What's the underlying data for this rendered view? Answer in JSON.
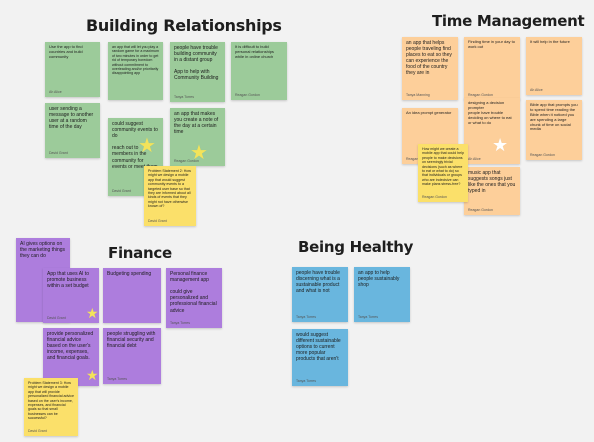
{
  "sections": {
    "building": "Building Relationships",
    "time": "Time Management",
    "finance": "Finance",
    "healthy": "Being Healthy"
  },
  "notes": {
    "g1": {
      "text": "Use the app to find countries and build community",
      "author": "Ah Alice"
    },
    "g2": {
      "text": "an app that will let you play a random game for a maximum of two minutes in order to get rid of temporary boredom without commitment to overleading and/or prioritarily disappointing app",
      "author": ""
    },
    "g3": {
      "text": "people have trouble building community in a distant group",
      "author": ""
    },
    "g4": {
      "text": "App to help with Community Building",
      "author": "Tanya Torres"
    },
    "g5": {
      "text": "It is difficult to build personal relationships while in online church",
      "author": "Reagan Gordon"
    },
    "g6": {
      "text": "user sending a message to another user at a random time of the day",
      "author": "David Grant"
    },
    "g7": {
      "text": "could suggest community events to do\n\nreach out to members in the community for events or meet them",
      "author": "David Grant"
    },
    "g8": {
      "text": "an app that makes you create a note of the day at a certain time",
      "author": "Reagan Gordon"
    },
    "y1": {
      "text": "Problem Statement 2: How might we design a mobile app that would suggest community events to a targeted user base so that they are informed about all kinds of events that they might not have otherwise known of?",
      "author": "David Grant"
    },
    "o1": {
      "text": "an app that helps people traveling find places to eat so they can experience the food of the country they are in",
      "author": "Tanya Manning"
    },
    "o2": {
      "text": "Finding time in your day to work out",
      "author": "Reagan Gordon"
    },
    "o3": {
      "text": "It will help in the future",
      "author": "Ah Alice"
    },
    "o4": {
      "text": "An idea prompt generator",
      "author": "Reagan Gordon"
    },
    "o5": {
      "text": "designing a decision prompter\npeople have trouble deciding on where to eat or what to do",
      "author": "Ah Alice"
    },
    "o6": {
      "text": "Bible app that prompts you to spend time reading the Bible when it noticed you are spending a large chunk of time on social media",
      "author": "Reagan Gordon"
    },
    "o7": {
      "text": "music app that suggests songs just like the ones that you typed in",
      "author": "Reagan Gordon"
    },
    "y2": {
      "text": "How might we create a mobile app that could help people to make decisions on seemingly trivial decisions (such as where to eat or what to do) so that individuals or groups who are indecisive can make plans stress-free?",
      "author": "Reagan Gordon"
    },
    "p1": {
      "text": "AI gives options on the marketing things they can do",
      "author": ""
    },
    "p2": {
      "text": "App that uses AI to promote business within a set budget",
      "author": "David Grant"
    },
    "p3": {
      "text": "Budgeting spending",
      "author": ""
    },
    "p4": {
      "text": "Personal finance management app\n\ncould give personalized and professional financial advice",
      "author": "Tanya Torres"
    },
    "p5": {
      "text": "provide personalized financial advice based on the user's income, expenses, and financial goals.",
      "author": ""
    },
    "p6": {
      "text": "people struggling with financial security and financial debt",
      "author": "Tanya Torres"
    },
    "y3": {
      "text": "Problem Statement 3: How might we design a mobile app that will provide personalized financial advice based on the user's income, expenses, and financial goals so that small businesses can be successful?",
      "author": "David Grant"
    },
    "b1": {
      "text": "people have trouble discerning what is a sustainable product and what is not",
      "author": "Tanya Torres"
    },
    "b2": {
      "text": "an app to help people sustainably shop",
      "author": "Tanya Torres"
    },
    "b3": {
      "text": "would suggest different sustainable options to current more popular products that aren't",
      "author": "Tanya Torres"
    }
  },
  "colors": {
    "green": "#9ccb9a",
    "orange": "#fdcf9a",
    "yellow": "#fbe06a",
    "purple": "#ad7ddd",
    "blue": "#69b6de",
    "background": "#f2f2f2"
  },
  "icons": [
    "star-icon"
  ]
}
